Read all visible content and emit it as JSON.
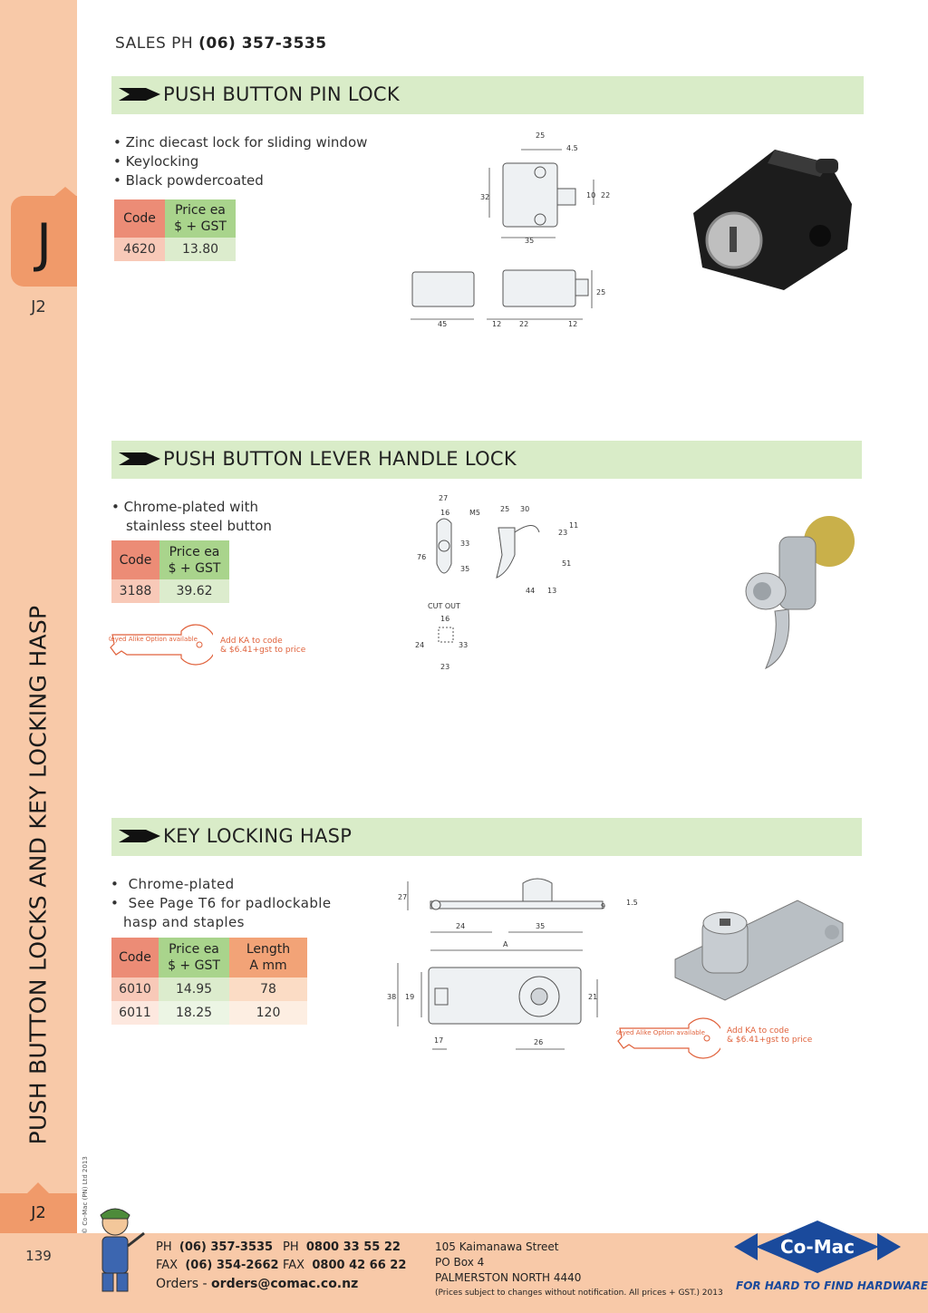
{
  "header": {
    "sales_label": "SALES PH",
    "sales_phone": "(06) 357-3535"
  },
  "sidebar": {
    "tab_letter": "J",
    "page_code_top": "J2",
    "vertical_title": "PUSH BUTTON LOCKS AND KEY LOCKING HASP",
    "page_code_bottom": "J2",
    "page_number": "139",
    "copyright": "© Co-Mac (PN) Ltd 2013"
  },
  "sections": [
    {
      "title": "PUSH BUTTON PIN LOCK",
      "bullets": [
        "Zinc diecast lock for sliding window",
        "Keylocking",
        "Black powdercoated"
      ],
      "table": {
        "headers": [
          "Code",
          "Price ea\n$ + GST"
        ],
        "rows": [
          [
            "4620",
            "13.80"
          ]
        ]
      },
      "dims": [
        "25",
        "4.5",
        "32",
        "10",
        "22",
        "35",
        "45",
        "12",
        "22",
        "12",
        "25"
      ]
    },
    {
      "title": "PUSH BUTTON LEVER HANDLE LOCK",
      "bullets": [
        "Chrome-plated with",
        "stainless steel button"
      ],
      "table": {
        "headers": [
          "Code",
          "Price ea\n$ + GST"
        ],
        "rows": [
          [
            "3188",
            "39.62"
          ]
        ]
      },
      "ka": {
        "key_text": "Keyed Alike Option available",
        "note_line1": "Add KA to code",
        "note_line2": "& $6.41+gst to price"
      },
      "dims": [
        "27",
        "16",
        "M5",
        "25",
        "30",
        "76",
        "33",
        "35",
        "23",
        "11",
        "51",
        "44",
        "13",
        "16",
        "24",
        "33",
        "23"
      ],
      "cutout_label": "CUT OUT"
    },
    {
      "title": "KEY LOCKING HASP",
      "bullets": [
        "Chrome-plated",
        "See Page T6 for padlockable",
        "hasp and staples"
      ],
      "table": {
        "headers": [
          "Code",
          "Price ea\n$ + GST",
          "Length\nA mm"
        ],
        "rows": [
          [
            "6010",
            "14.95",
            "78"
          ],
          [
            "6011",
            "18.25",
            "120"
          ]
        ]
      },
      "ka": {
        "key_text": "Keyed Alike Option available",
        "note_line1": "Add KA to code",
        "note_line2": "& $6.41+gst to price"
      },
      "dims": [
        "27",
        "24",
        "35",
        "A",
        "9",
        "1.5",
        "38",
        "19",
        "21",
        "17",
        "26"
      ]
    }
  ],
  "footer": {
    "ph_label": "PH",
    "ph": "(06) 357-3535",
    "fax_label": "FAX",
    "fax": "(06) 354-2662",
    "ph2_label": "PH",
    "ph2": "0800 33 55 22",
    "fax2_label": "FAX",
    "fax2": "0800 42 66 22",
    "orders_label": "Orders -",
    "orders_email": "orders@comac.co.nz",
    "address": [
      "105 Kaimanawa Street",
      "PO Box 4",
      "PALMERSTON NORTH 4440"
    ],
    "disclaimer": "(Prices subject to changes without notification.  All prices + GST.)  2013",
    "logo_text": "Co-Mac",
    "tagline": "FOR HARD TO FIND HARDWARE"
  },
  "colors": {
    "sidebar": "#f8c9a8",
    "tab": "#f09a6a",
    "section_bar": "#d9ecc8",
    "code_header": "#ec8c76",
    "price_header": "#a9d48c",
    "logo_blue": "#1a4a9c"
  }
}
